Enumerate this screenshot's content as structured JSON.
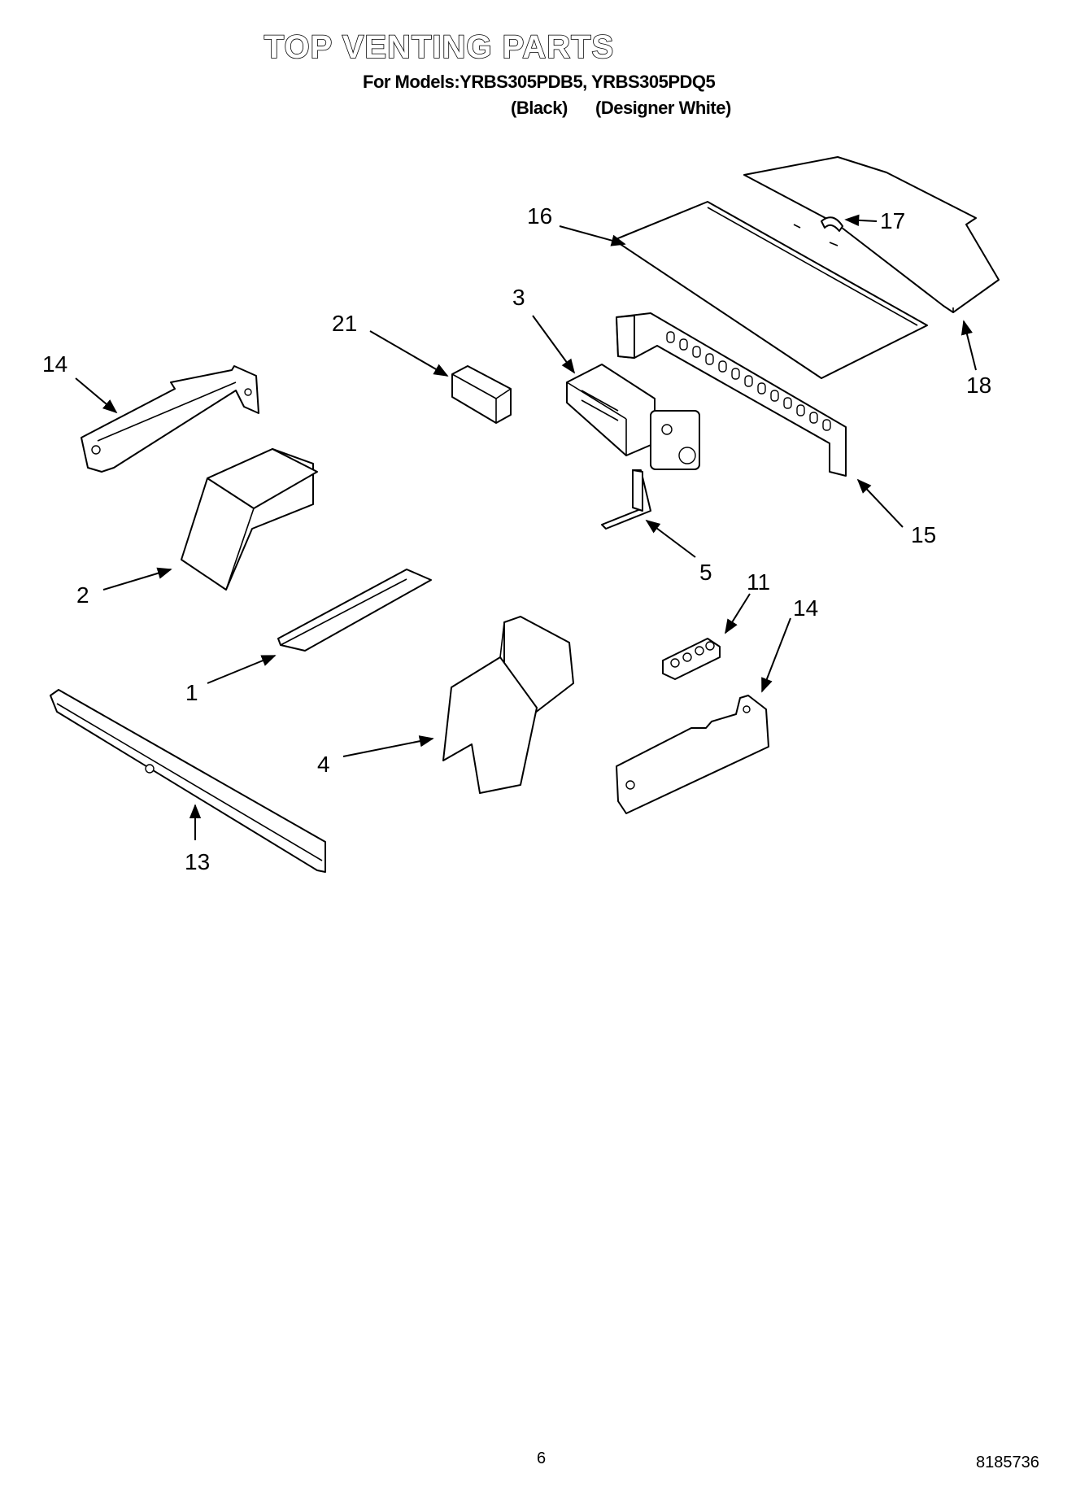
{
  "header": {
    "title": "TOP VENTING PARTS",
    "models_line": "For Models:YRBS305PDB5, YRBS305PDQ5",
    "variant_black": "(Black)",
    "variant_white": "(Designer White)"
  },
  "callouts": {
    "c1": "1",
    "c2": "2",
    "c3": "3",
    "c4": "4",
    "c5": "5",
    "c11": "11",
    "c13": "13",
    "c14a": "14",
    "c14b": "14",
    "c15": "15",
    "c16": "16",
    "c17": "17",
    "c18": "18",
    "c21": "21"
  },
  "footer": {
    "page_number": "6",
    "document_number": "8185736"
  }
}
